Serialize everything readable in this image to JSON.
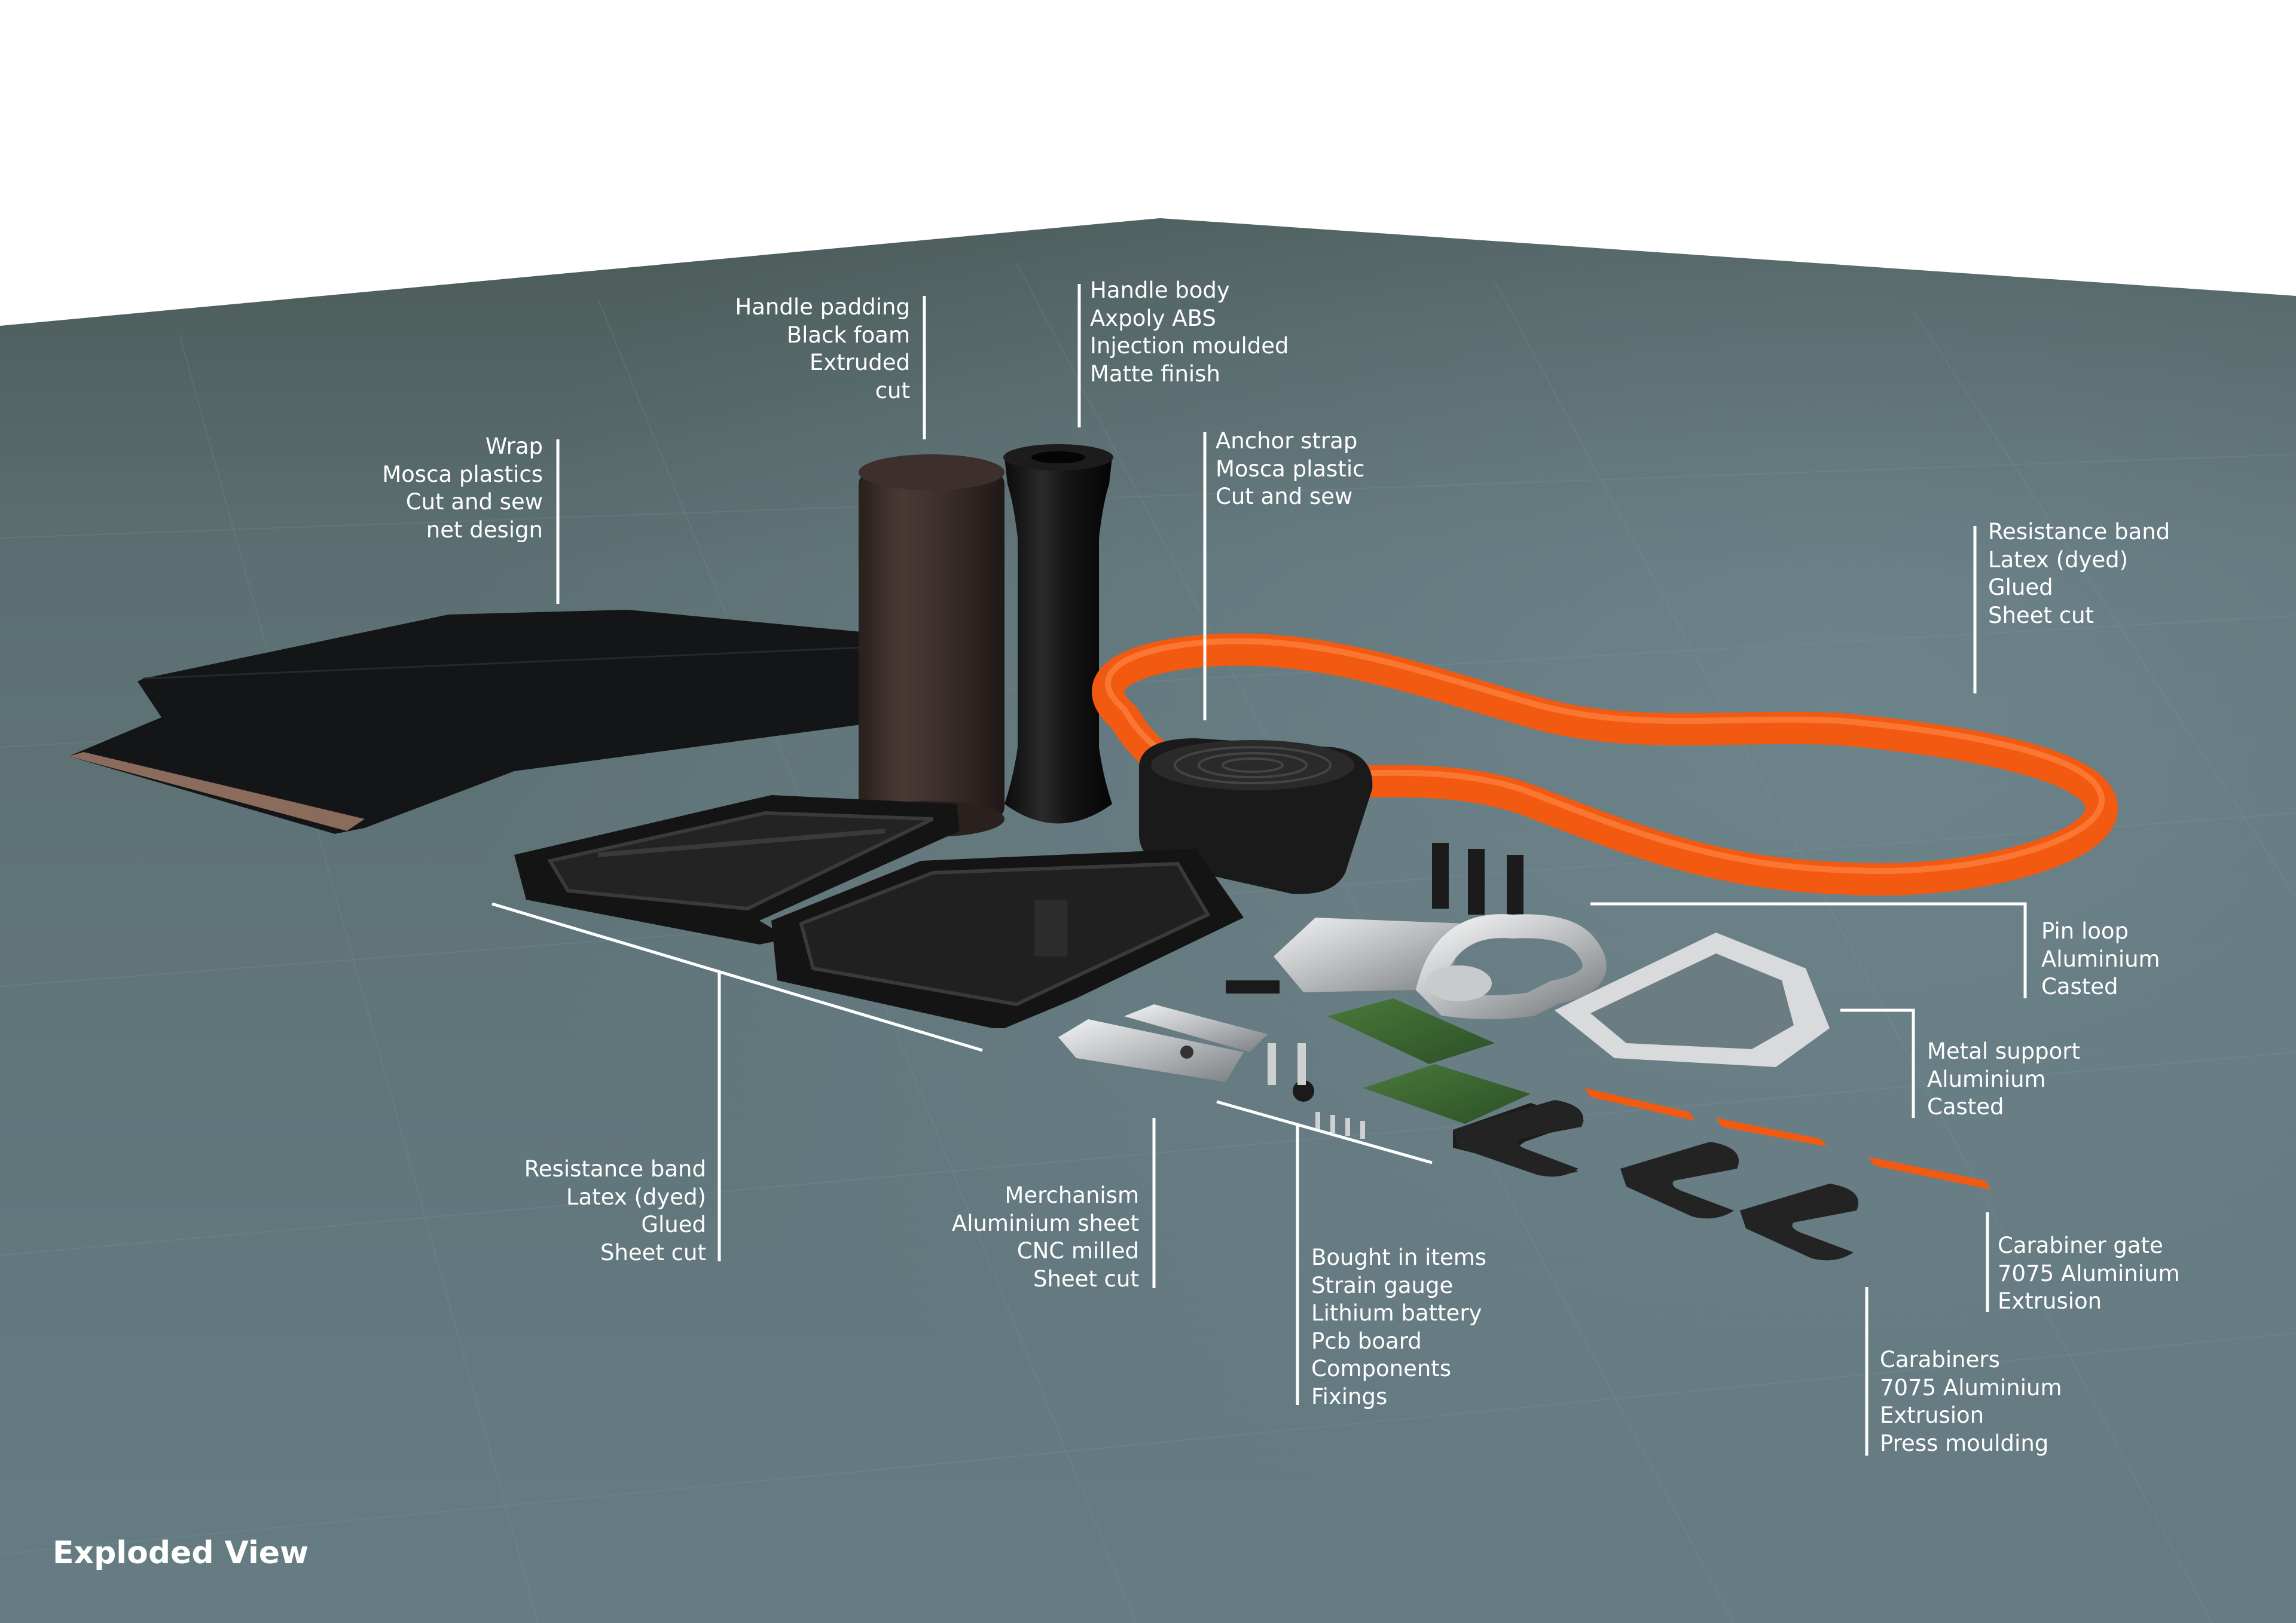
{
  "title": "Exploded View",
  "colors": {
    "floor": "#5f737a",
    "floor_back": "#4a5a58",
    "band": "#f25a12",
    "leader": "#ffffff",
    "label_text": "#ffffff"
  },
  "callouts": {
    "wrap": [
      "Wrap",
      "Mosca plastics",
      "Cut and sew",
      "net design"
    ],
    "handle_padding": [
      "Handle padding",
      "Black foam",
      "Extruded",
      "cut"
    ],
    "handle_body": [
      "Handle body",
      "Axpoly ABS",
      "Injection moulded",
      "Matte finish"
    ],
    "anchor_strap": [
      "Anchor strap",
      "Mosca plastic",
      "Cut and sew"
    ],
    "resistance_band_top": [
      "Resistance band",
      "Latex (dyed)",
      "Glued",
      "Sheet cut"
    ],
    "pin_loop": [
      "Pin loop",
      "Aluminium",
      "Casted"
    ],
    "metal_support": [
      "Metal support",
      "Aluminium",
      "Casted"
    ],
    "resistance_band_bottom": [
      "Resistance band",
      "Latex (dyed)",
      "Glued",
      "Sheet cut"
    ],
    "mechanism": [
      "Merchanism",
      "Aluminium sheet",
      "CNC milled",
      "Sheet cut"
    ],
    "bought_items": [
      "Bought in items",
      "Strain gauge",
      "Lithium battery",
      "Pcb board",
      "Components",
      "Fixings"
    ],
    "carabiner_gate": [
      "Carabiner gate",
      "7075 Aluminium",
      "Extrusion"
    ],
    "carabiners": [
      "Carabiners",
      "7075 Aluminium",
      "Extrusion",
      "Press moulding"
    ]
  }
}
